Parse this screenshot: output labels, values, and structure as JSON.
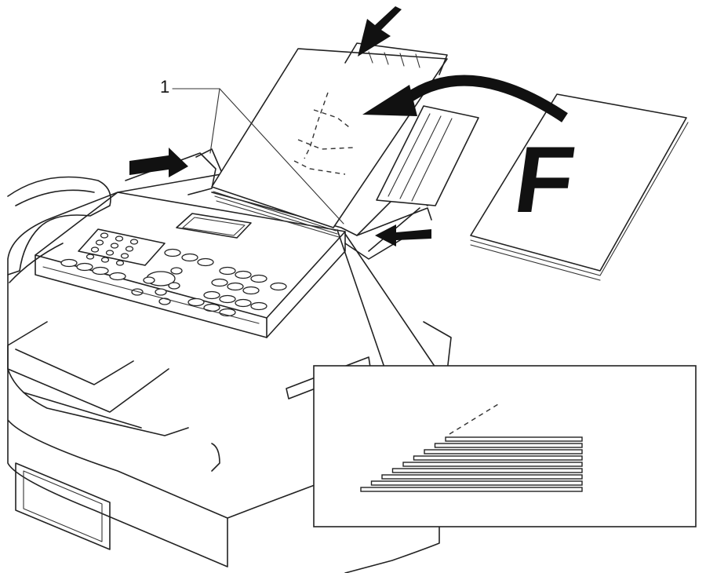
{
  "callout": {
    "number": "1"
  },
  "document": {
    "letter": "F"
  },
  "inset": {
    "sheet_count": 9
  }
}
